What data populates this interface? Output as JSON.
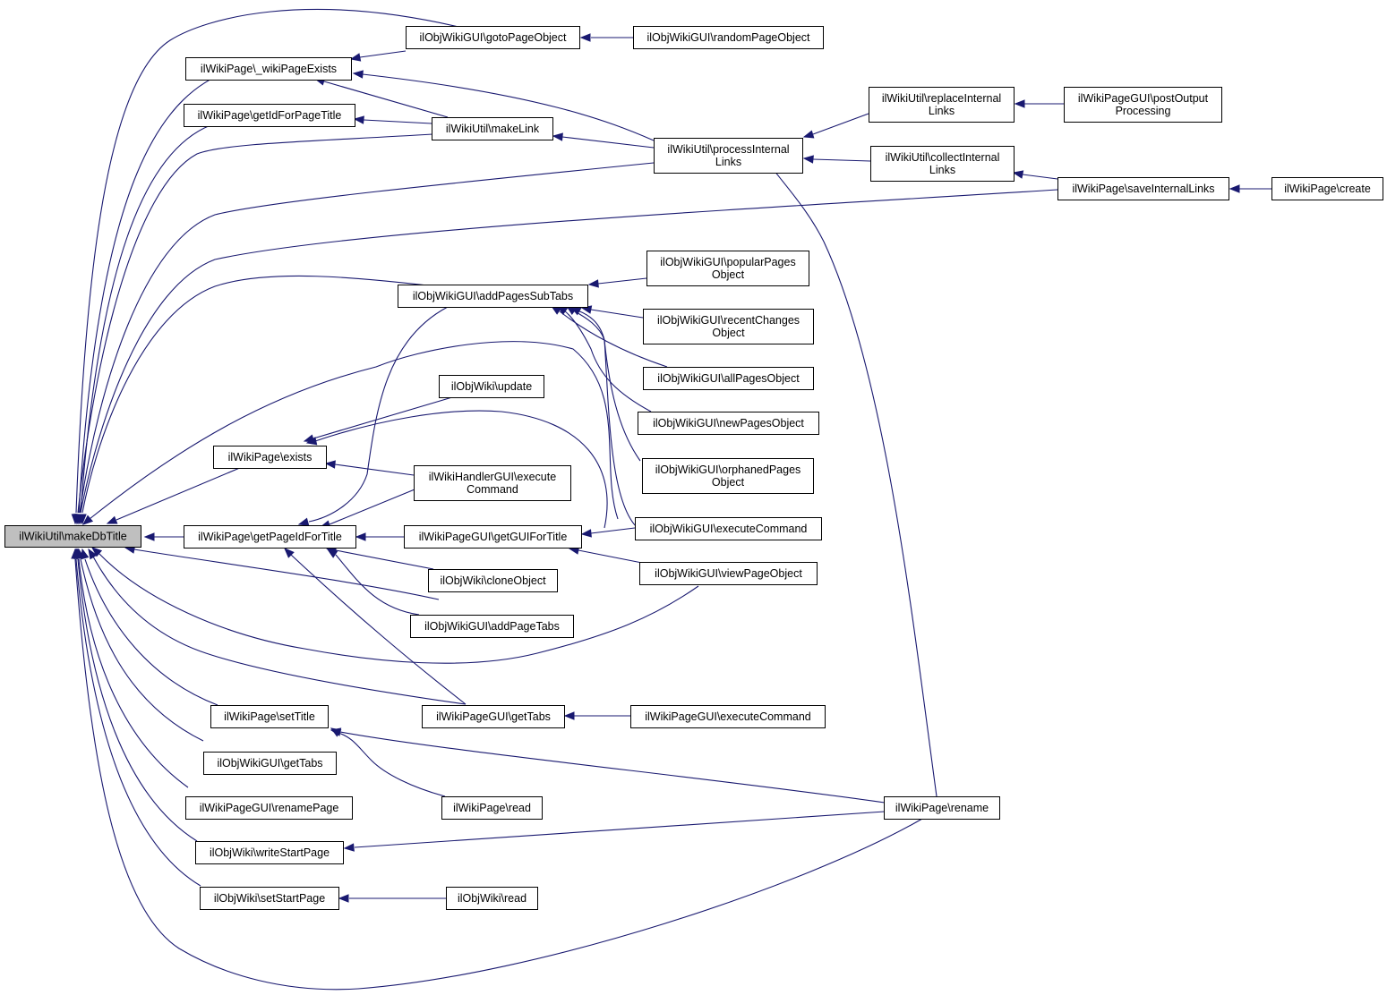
{
  "colors": {
    "edge": "#191970",
    "node_border": "#000000",
    "root_fill": "#bfbfbf",
    "node_fill": "#ffffff"
  },
  "nodes": [
    {
      "id": "makeDbTitle",
      "lines": [
        "ilWikiUtil\\makeDbTitle"
      ],
      "root": true
    },
    {
      "id": "wikiPageExists",
      "lines": [
        "ilWikiPage\\_wikiPageExists"
      ]
    },
    {
      "id": "getIdForPageTitle",
      "lines": [
        "ilWikiPage\\getIdForPageTitle"
      ]
    },
    {
      "id": "gotoPageObject",
      "lines": [
        "ilObjWikiGUI\\gotoPageObject"
      ]
    },
    {
      "id": "randomPageObject",
      "lines": [
        "ilObjWikiGUI\\randomPageObject"
      ]
    },
    {
      "id": "makeLink",
      "lines": [
        "ilWikiUtil\\makeLink"
      ]
    },
    {
      "id": "processInternalLinks",
      "lines": [
        "ilWikiUtil\\processInternal",
        "Links"
      ]
    },
    {
      "id": "replaceInternalLinks",
      "lines": [
        "ilWikiUtil\\replaceInternal",
        "Links"
      ]
    },
    {
      "id": "postOutputProcessing",
      "lines": [
        "ilWikiPageGUI\\postOutput",
        "Processing"
      ]
    },
    {
      "id": "collectInternalLinks",
      "lines": [
        "ilWikiUtil\\collectInternal",
        "Links"
      ]
    },
    {
      "id": "saveInternalLinks",
      "lines": [
        "ilWikiPage\\saveInternalLinks"
      ]
    },
    {
      "id": "create",
      "lines": [
        "ilWikiPage\\create"
      ]
    },
    {
      "id": "addPagesSubTabs",
      "lines": [
        "ilObjWikiGUI\\addPagesSubTabs"
      ]
    },
    {
      "id": "popularPagesObject",
      "lines": [
        "ilObjWikiGUI\\popularPages",
        "Object"
      ]
    },
    {
      "id": "recentChangesObject",
      "lines": [
        "ilObjWikiGUI\\recentChanges",
        "Object"
      ]
    },
    {
      "id": "allPagesObject",
      "lines": [
        "ilObjWikiGUI\\allPagesObject"
      ]
    },
    {
      "id": "objWikiUpdate",
      "lines": [
        "ilObjWiki\\update"
      ]
    },
    {
      "id": "newPagesObject",
      "lines": [
        "ilObjWikiGUI\\newPagesObject"
      ]
    },
    {
      "id": "wikiPageExists2",
      "lines": [
        "ilWikiPage\\exists"
      ]
    },
    {
      "id": "handlerExecuteCommand",
      "lines": [
        "ilWikiHandlerGUI\\execute",
        "Command"
      ]
    },
    {
      "id": "orphanedPagesObject",
      "lines": [
        "ilObjWikiGUI\\orphanedPages",
        "Object"
      ]
    },
    {
      "id": "getPageIdForTitle",
      "lines": [
        "ilWikiPage\\getPageIdForTitle"
      ]
    },
    {
      "id": "getGUIForTitle",
      "lines": [
        "ilWikiPageGUI\\getGUIForTitle"
      ]
    },
    {
      "id": "objWikiGUIExecuteCommand",
      "lines": [
        "ilObjWikiGUI\\executeCommand"
      ]
    },
    {
      "id": "viewPageObject",
      "lines": [
        "ilObjWikiGUI\\viewPageObject"
      ]
    },
    {
      "id": "cloneObject",
      "lines": [
        "ilObjWiki\\cloneObject"
      ]
    },
    {
      "id": "addPageTabs",
      "lines": [
        "ilObjWikiGUI\\addPageTabs"
      ]
    },
    {
      "id": "setTitle",
      "lines": [
        "ilWikiPage\\setTitle"
      ]
    },
    {
      "id": "pageGUIGetTabs",
      "lines": [
        "ilWikiPageGUI\\getTabs"
      ]
    },
    {
      "id": "pageGUIExecuteCommand",
      "lines": [
        "ilWikiPageGUI\\executeCommand"
      ]
    },
    {
      "id": "objWikiGUIGetTabs",
      "lines": [
        "ilObjWikiGUI\\getTabs"
      ]
    },
    {
      "id": "renamePage",
      "lines": [
        "ilWikiPageGUI\\renamePage"
      ]
    },
    {
      "id": "wikiPageRead",
      "lines": [
        "ilWikiPage\\read"
      ]
    },
    {
      "id": "wikiPageRename",
      "lines": [
        "ilWikiPage\\rename"
      ]
    },
    {
      "id": "writeStartPage",
      "lines": [
        "ilObjWiki\\writeStartPage"
      ]
    },
    {
      "id": "setStartPage",
      "lines": [
        "ilObjWiki\\setStartPage"
      ]
    },
    {
      "id": "objWikiRead",
      "lines": [
        "ilObjWiki\\read"
      ]
    }
  ]
}
